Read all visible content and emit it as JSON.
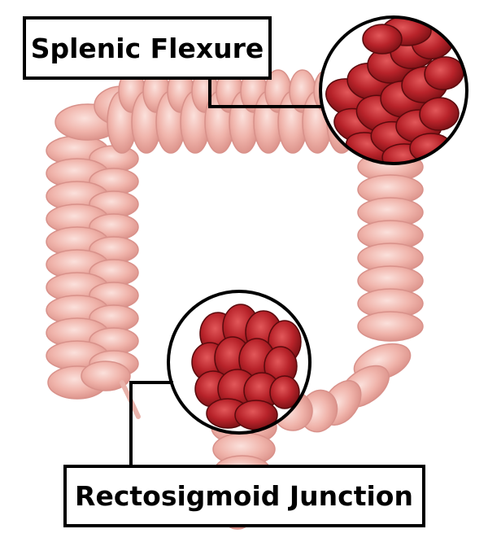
{
  "diagram": {
    "callouts": [
      {
        "id": "splenic",
        "label": "Splenic Flexure"
      },
      {
        "id": "rectosigmoid",
        "label": "Rectosigmoid Junction"
      }
    ]
  },
  "colors": {
    "colon_light": "#f2b8b0",
    "colon_mid": "#e8a39a",
    "colon_shadow": "#d98d85",
    "highlight_red": "#b8232a",
    "highlight_dark": "#7a1014",
    "highlight_light": "#d9454a",
    "outline": "#000000",
    "background": "#ffffff"
  }
}
